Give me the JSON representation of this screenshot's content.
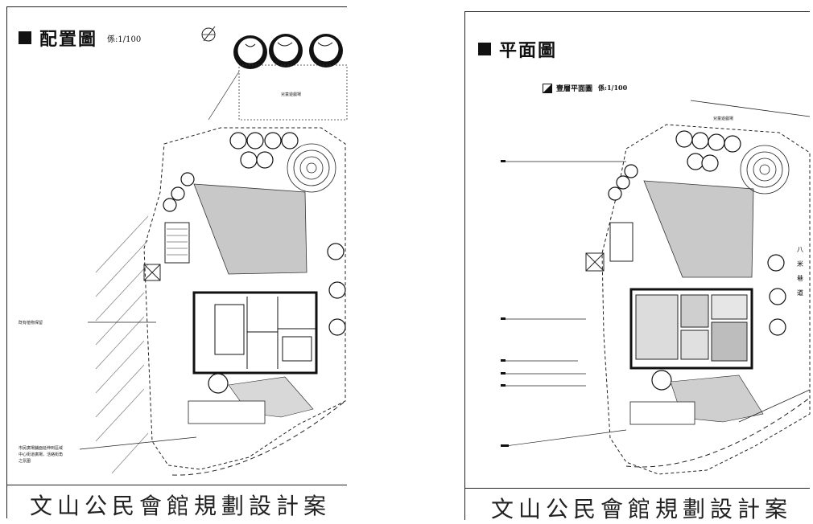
{
  "left_sheet": {
    "title": "配置圖",
    "scale": "係:1/100",
    "footer": "文山公民會館規劃設計案",
    "callouts": [
      {
        "text": "兒童遊戲場"
      },
      {
        "text": "既有植物保留"
      },
      {
        "text": "市民廣場舖面延伸到區域"
      },
      {
        "text": "中心街道廣場，活絡街角"
      },
      {
        "text": "之氛圍"
      }
    ]
  },
  "right_sheet": {
    "title": "平面圖",
    "sub_title": "壹層平面圖",
    "scale": "係:1/100",
    "footer": "文山公民會館規劃設計案",
    "top_label": "兒童遊戲場",
    "side_label": [
      "八",
      "米",
      "巷",
      "道"
    ]
  },
  "colors": {
    "ink": "#111111",
    "paper": "#ffffff",
    "hatch": "#9a9a9a"
  }
}
